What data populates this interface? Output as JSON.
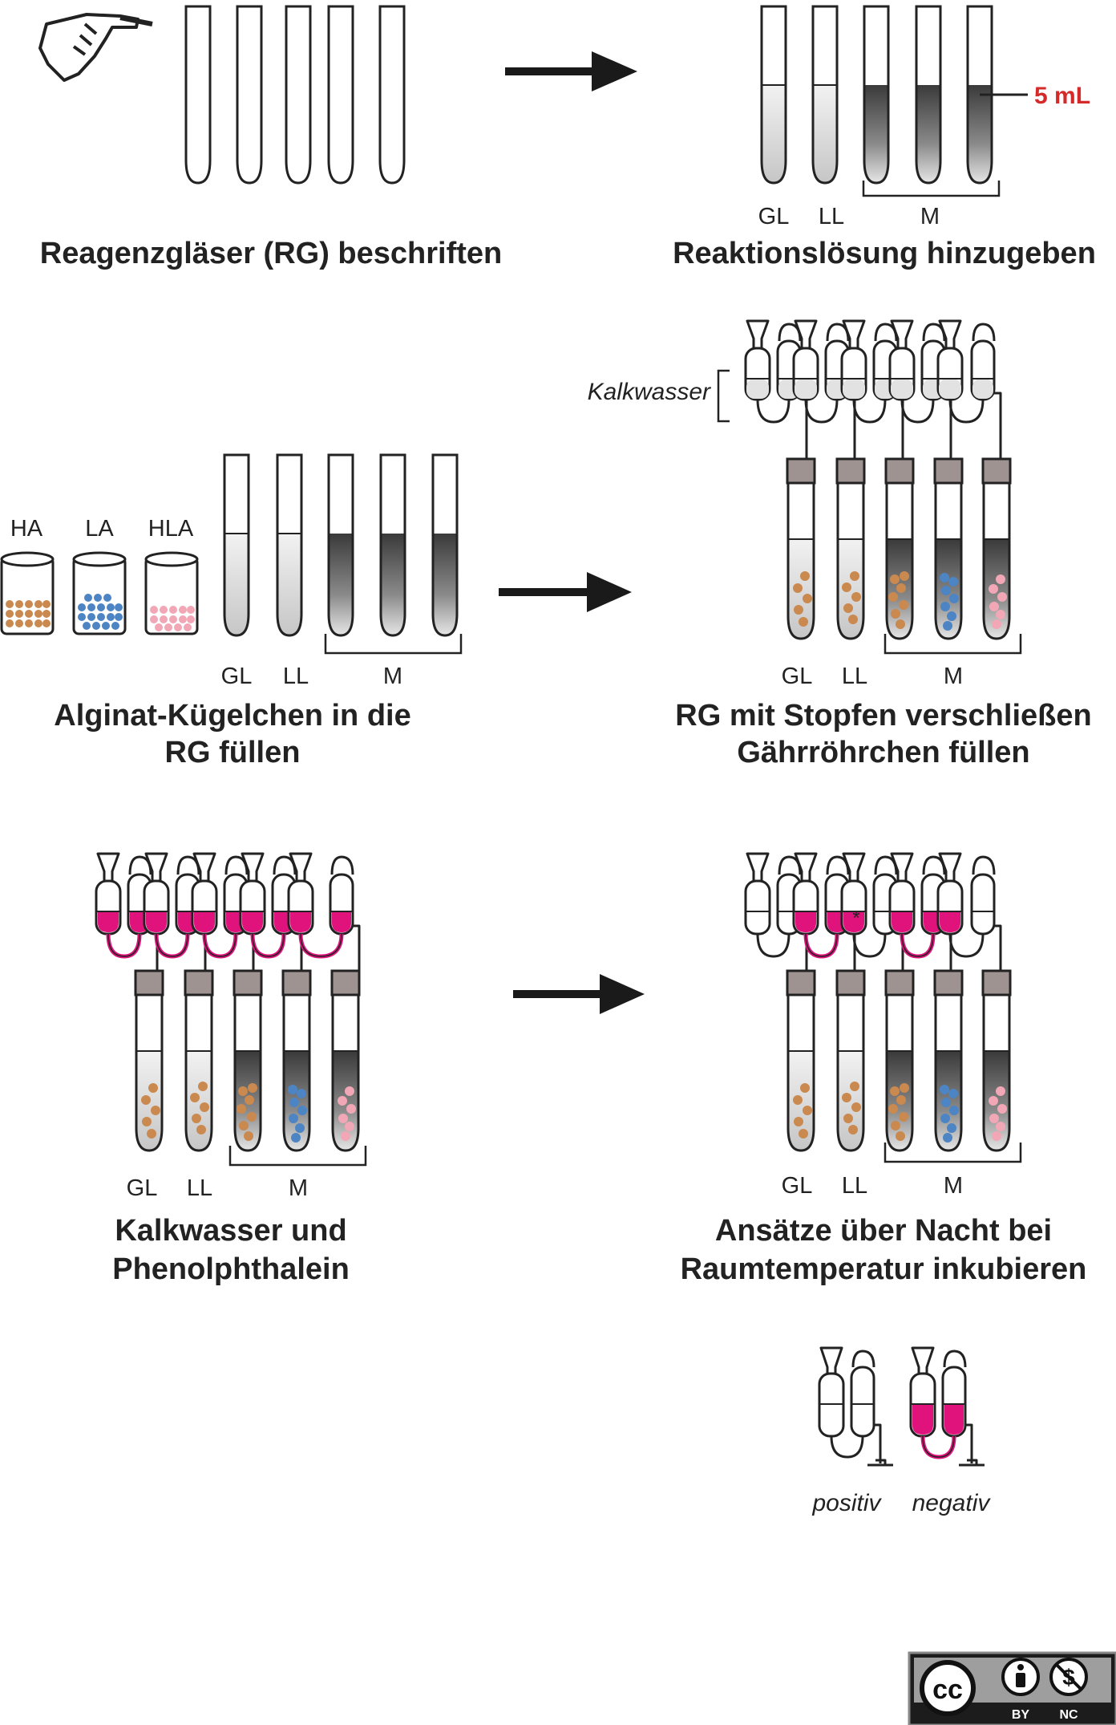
{
  "steps": {
    "s1": {
      "title": "Reagenzgläser (RG) beschriften"
    },
    "s2": {
      "title": "Reaktionslösung hinzugeben",
      "volume": "5 mL"
    },
    "s3": {
      "title_line1": "Alginat-Kügelchen in die",
      "title_line2": "RG füllen"
    },
    "s4": {
      "title_line1": "RG mit Stopfen verschließen",
      "title_line2": "Gährröhrchen füllen",
      "kalkwasser": "Kalkwasser"
    },
    "s5": {
      "title_line1": "Kalkwasser und",
      "title_line2": "Phenolphthalein"
    },
    "s6": {
      "title_line1": "Ansätze über Nacht bei",
      "title_line2": "Raumtemperatur inkubieren"
    }
  },
  "tube_labels": {
    "gl": "GL",
    "ll": "LL",
    "m": "M"
  },
  "beads": {
    "ha": "HA",
    "la": "LA",
    "hla": "HLA"
  },
  "legend": {
    "positive": "positiv",
    "negative": "negativ",
    "asterisk": "*"
  },
  "license": {
    "by": "BY",
    "nc": "NC"
  },
  "colors": {
    "ink": "#222222",
    "arrow": "#1a1a1a",
    "accent_red": "#d42a2a",
    "magenta": "#e0137d",
    "stopper": "#9e9391",
    "bead_brown": "#c9894f",
    "bead_blue": "#4d84c4",
    "bead_pink": "#f1a7b5"
  }
}
